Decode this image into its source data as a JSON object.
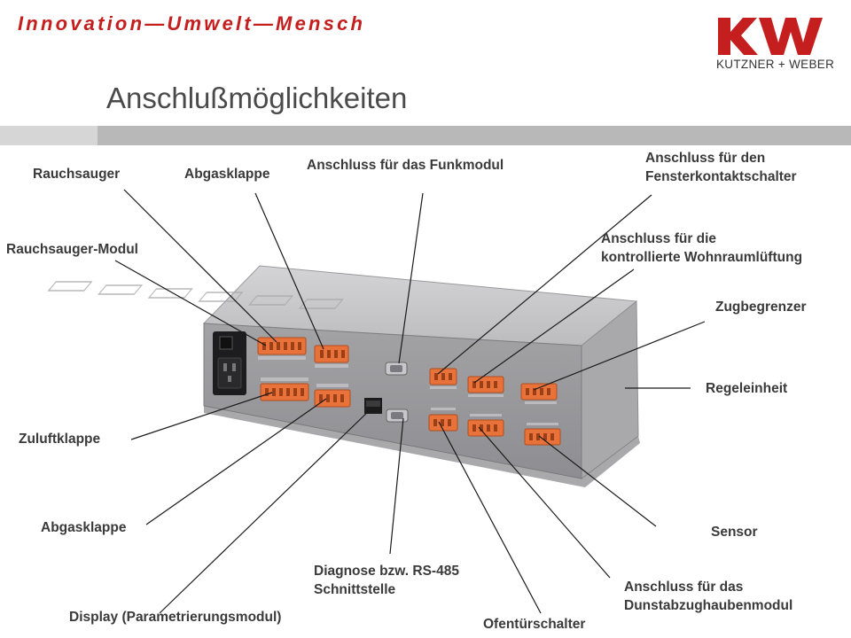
{
  "header": {
    "slogan": "Innovation—Umwelt—Mensch",
    "brand": {
      "mark": "KW",
      "name": "KUTZNER + WEBER",
      "color": "#c41e1e"
    }
  },
  "slide": {
    "title": "Anschlußmöglichkeiten"
  },
  "labels": {
    "rauchsauger": "Rauchsauger",
    "abgasklappe_top": "Abgasklappe",
    "funkmodul": "Anschluss für das Funkmodul",
    "fensterkontakt_1": "Anschluss für den",
    "fensterkontakt_2": "Fensterkontaktschalter",
    "rauchsauger_modul": "Rauchsauger-Modul",
    "wohnraum_1": "Anschluss für die",
    "wohnraum_2": "kontrollierte Wohnraumlüftung",
    "zugbegrenzer": "Zugbegrenzer",
    "regeleinheit": "Regeleinheit",
    "zuluftklappe": "Zuluftklappe",
    "abgasklappe_bottom": "Abgasklappe",
    "sensor": "Sensor",
    "diagnose_1": "Diagnose bzw. RS-485",
    "diagnose_2": "Schnittstelle",
    "dunstabzug_1": "Anschluss für das",
    "dunstabzug_2": "Dunstabzughaubenmodul",
    "display": "Display (Parametrierungsmodul)",
    "ofentuer": "Ofentürschalter"
  }
}
